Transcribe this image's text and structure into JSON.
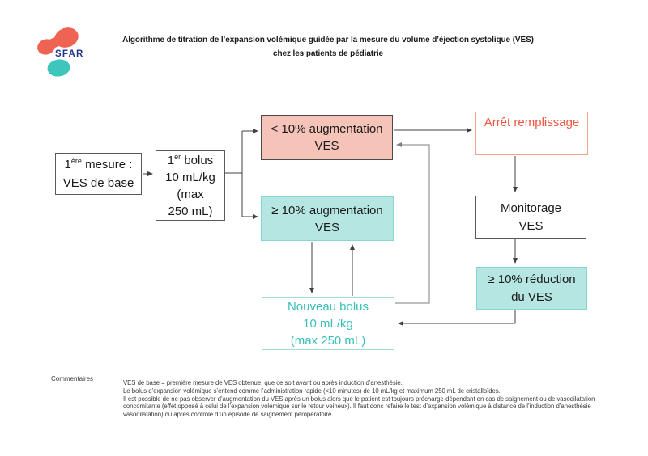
{
  "header": {
    "logo_text": "SFAR",
    "title_line1": "Algorithme de titration de l’expansion volémique guidée par la mesure du volume d’éjection systolique (VES)",
    "title_line2": "chez les patients de pédiatrie"
  },
  "flowchart": {
    "first_measure": {
      "line1_base": "1",
      "line1_sup": "ère",
      "line1_rest": " mesure :",
      "line2": "VES de base"
    },
    "first_bolus": {
      "line1_base": "1",
      "line1_sup": "er",
      "line1_rest": " bolus",
      "line2": "10 mL/kg",
      "line3": "(max",
      "line4": "250 mL)"
    },
    "lt10_augmentation": {
      "line1": "< 10% augmentation",
      "line2": "VES"
    },
    "ge10_augmentation": {
      "line1": "≥ 10% augmentation",
      "line2": "VES"
    },
    "arret_remplissage": {
      "line1": "Arrêt remplissage"
    },
    "monitorage": {
      "line1": "Monitorage",
      "line2": "VES"
    },
    "ge10_reduction": {
      "line1": "≥ 10% réduction",
      "line2": "du VES"
    },
    "nouveau_bolus": {
      "line1": "Nouveau bolus",
      "line2": "10 mL/kg",
      "line3": "(max 250 mL)"
    }
  },
  "comments": {
    "label": "Commentaires :",
    "lines": [
      "VES de base = première mesure de VES obtenue, que ce soit avant ou après induction d’anesthésie.",
      "Le bolus d’expansion volémique s’entend comme l’administration rapide (<10 minutes) de 10 mL/kg et maximum 250 mL de cristalloïdes.",
      "Il est possible de ne pas observer d’augmentation du VES après un bolus alors que le patient est toujours précharge-dépendant en cas de saignement ou de vasodilatation",
      "concomitante (effet opposé à celui de l’expansion volémique sur le retour veineux).  Il faut donc refaire le test d’expansion volémique à distance de l’induction d’anesthésie",
      "vasodilatation) ou après contrôle d’un épisode de saignement peropératoire."
    ]
  },
  "colors": {
    "salmon-fill": "#f6c3b8",
    "teal-fill": "#b5e6e2",
    "coral-text": "#f25540",
    "teal-text": "#3bbfb8",
    "logo-coral": "#ee6351",
    "logo-teal": "#3ec6bd",
    "logo-navy": "#26348b",
    "line-dark": "#404040",
    "line-gray": "#7f7f7f",
    "box-border": "#595959",
    "salmon-border": "#f0a090",
    "teal-border": "#86d5d0"
  }
}
